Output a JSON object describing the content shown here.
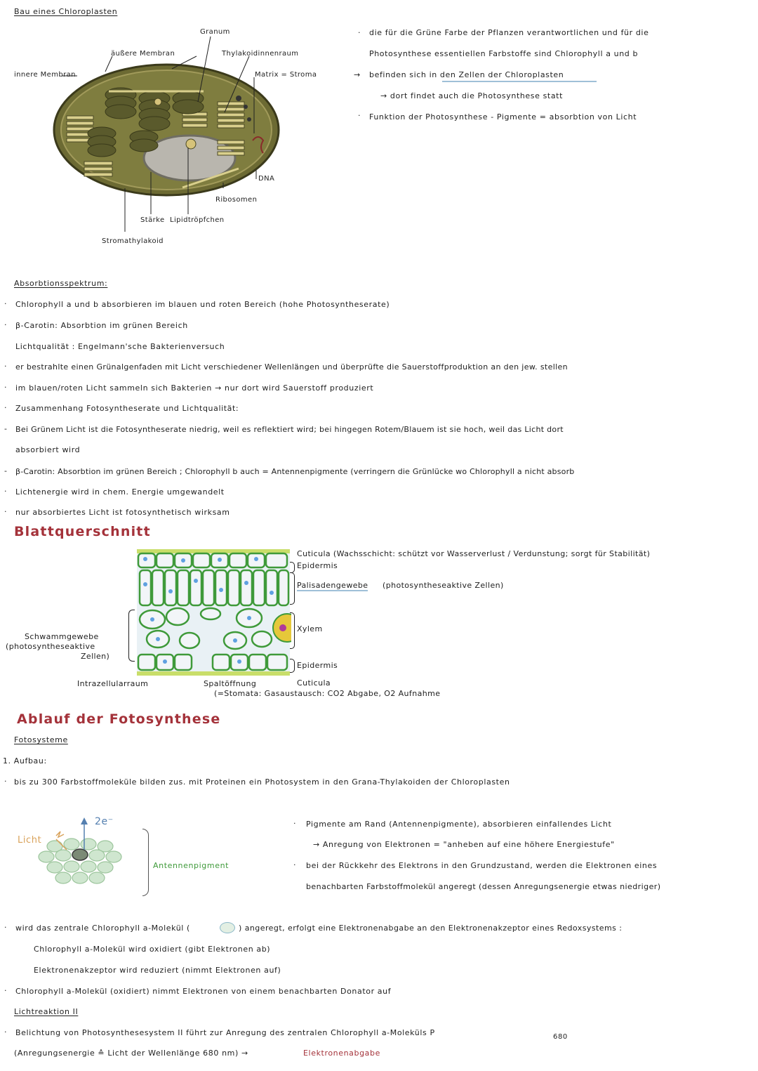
{
  "chloroplast": {
    "heading": "Bau eines Chloroplasten",
    "labels": {
      "granum": "Granum",
      "outer": "äußere Membran",
      "lumen": "Thylakoidinnenraum",
      "inner": "innere Membran",
      "matrix": "Matrix = Stroma",
      "dna": "DNA",
      "ribosomes": "Ribosomen",
      "starch": "Stärke",
      "lipid": "Lipidtröpfchen",
      "stroma_thylakoid": "Stromathylakoid"
    },
    "notes": [
      "die für die Grüne Farbe der Pflanzen verantwortlichen und für die",
      "Photosynthese essentiellen Farbstoffe sind Chlorophyll a und b",
      "befinden sich in den Zellen der Chloroplasten",
      "→ dort findet auch die Photosynthese statt",
      "Funktion der Photosynthese - Pigmente = absorbtion von Licht"
    ],
    "arrow": "→"
  },
  "absorption": {
    "heading": "Absorbtionsspektrum:",
    "lines": [
      "Chlorophyll a und b absorbieren im blauen und roten Bereich (hohe Photosyntheserate)",
      "β-Carotin: Absorbtion im grünen Bereich",
      "Lichtqualität : Engelmann'sche Bakterienversuch",
      "er bestrahlte einen Grünalgenfaden mit Licht verschiedener Wellenlängen und überprüfte die Sauerstoffproduktion an den jew. stellen",
      "im blauen/roten Licht sammeln sich Bakterien → nur dort wird Sauerstoff produziert",
      "Zusammenhang Fotosyntheserate und Lichtqualität:",
      "Bei Grünem Licht ist die Fotosyntheserate niedrig, weil es reflektiert wird; bei hingegen Rotem/Blauem ist sie hoch, weil das Licht dort",
      "absorbiert wird",
      "β-Carotin: Absorbtion im grünen Bereich ; Chlorophyll b auch = Antennenpigmente (verringern die Grünlücke wo Chlorophyll a nicht absorb",
      "Lichtenergie wird in chem. Energie umgewandelt",
      "nur absorbiertes Licht ist fotosynthetisch wirksam"
    ]
  },
  "leaf": {
    "heading": "Blattquerschnitt",
    "labels": {
      "cuticula_top": "Cuticula (Wachsschicht: schützt vor Wasserverlust / Verdunstung; sorgt für Stabilität)",
      "epidermis_top": "Epidermis",
      "palisade": "Palisadengewebe",
      "palisade_note": "(photosyntheseaktive Zellen)",
      "xylem": "Xylem",
      "epidermis_bottom": "Epidermis",
      "cuticula_bottom": "Cuticula",
      "sponge_1": "Schwammgewebe",
      "sponge_2": "(photosyntheseaktive",
      "sponge_3": "Zellen)",
      "intercellular": "Intrazellularraum",
      "stoma": "Spaltöffnung",
      "stoma_note": "(=Stomata: Gasaustausch: CO2 Abgabe, O2 Aufnahme"
    }
  },
  "process": {
    "heading": "Ablauf der Fotosynthese",
    "sub": "Fotosysteme",
    "step1": "1. Aufbau:",
    "line1": "bis zu 300 Farbstoffmoleküle bilden zus. mit Proteinen ein Photosystem in den Grana-Thylakoiden der Chloroplasten",
    "diagram": {
      "light": "Licht",
      "electron": "2e⁻",
      "antenna": "Antennenpigment"
    },
    "notes": [
      "Pigmente am Rand (Antennenpigmente), absorbieren einfallendes Licht",
      "→ Anregung von Elektronen = \"anheben auf eine höhere Energiestufe\"",
      "bei der Rückkehr des Elektrons in den Grundzustand, werden die Elektronen eines",
      "benachbarten Farbstoffmolekül angeregt (dessen Anregungsenergie etwas niedriger)"
    ],
    "excite_a": "wird das zentrale Chlorophyll a-Molekül (",
    "excite_b": ") angeregt, erfolgt eine Elektronenabgabe an den Elektronenakzeptor eines Redoxsystems :",
    "oxidized": "Chlorophyll a-Molekül wird oxidiert (gibt Elektronen ab)",
    "reduced": "Elektronenakzeptor wird reduziert (nimmt Elektronen auf)",
    "donor": "Chlorophyll a-Molekül (oxidiert) nimmt Elektronen von einem benachbarten Donator auf",
    "reaction_heading": "Lichtreaktion II",
    "reaction_line_a": "Belichtung von Photosynthesesystem II führt zur Anregung des zentralen Chlorophyll a-Moleküls P",
    "reaction_sub": "680",
    "reaction_line2_a": "(Anregungsenergie ≙ Licht der Wellenlänge 680 nm) →",
    "reaction_line2_b": "Elektronenabgabe"
  },
  "colors": {
    "accent_red": "#a4323a",
    "underline_blue": "#9fc0d8",
    "leaf_green": "#3f9a3a",
    "chloroplast": "#7b7a3c"
  }
}
